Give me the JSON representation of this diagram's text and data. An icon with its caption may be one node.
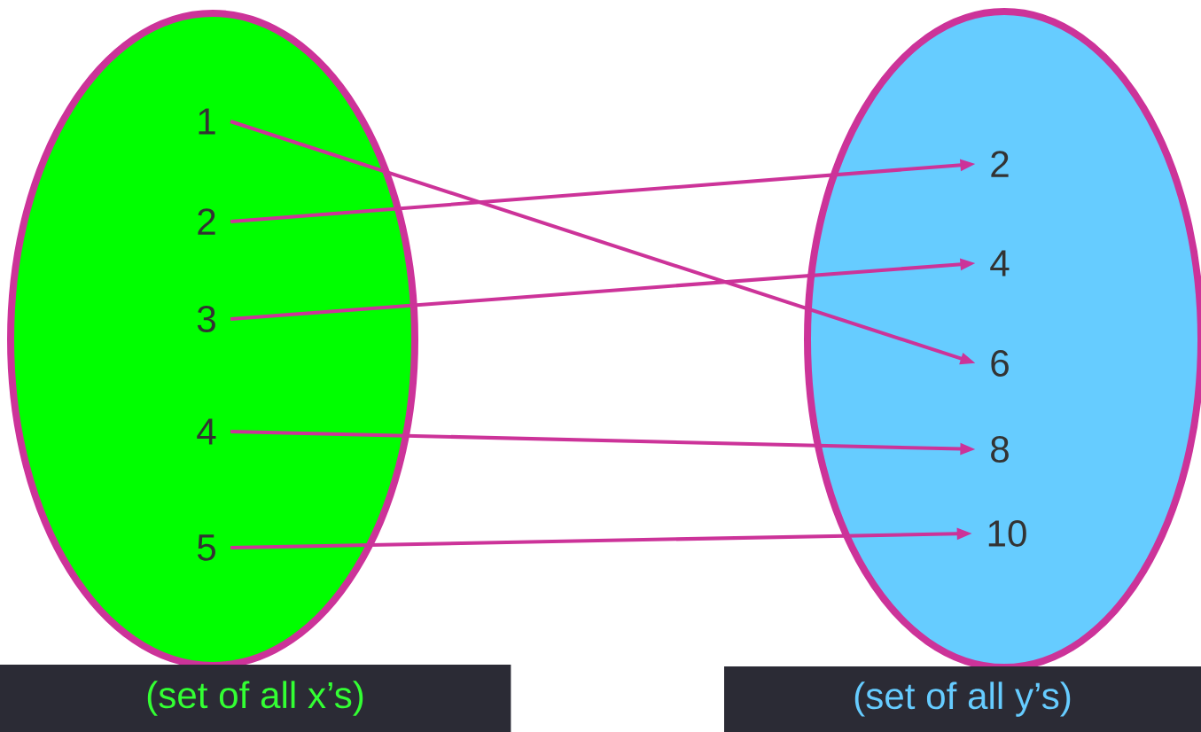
{
  "diagram": {
    "nodes": [
      {
        "text": [],
        "shape": "ellipse"
      },
      {
        "text": [
          "1"
        ],
        "in": 0
      },
      {
        "text": [
          "2"
        ],
        "in": 0
      },
      {
        "text": [
          "3"
        ],
        "in": 0
      },
      {
        "text": [
          "4"
        ],
        "in": 0
      },
      {
        "text": [
          "5"
        ],
        "in": 0
      },
      {
        "text": [],
        "shape": "ellipse"
      },
      {
        "text": [
          "2"
        ],
        "in": 6
      },
      {
        "text": [
          "4"
        ],
        "in": 6
      },
      {
        "text": [
          "6"
        ],
        "in": 6
      },
      {
        "text": [
          "8"
        ],
        "in": 6
      },
      {
        "text": [
          "10"
        ],
        "in": 6
      },
      {
        "text": [
          "(set of all x’s)"
        ]
      },
      {
        "text": [
          "(set of all y’s)"
        ]
      }
    ],
    "edges": [
      {
        "from": 1,
        "to": 9,
        "arrow": "to"
      },
      {
        "from": 2,
        "to": 7,
        "arrow": "to"
      },
      {
        "from": 3,
        "to": 8,
        "arrow": "to"
      },
      {
        "from": 4,
        "to": 10,
        "arrow": "to"
      },
      {
        "from": 5,
        "to": 11,
        "arrow": "to"
      }
    ]
  }
}
